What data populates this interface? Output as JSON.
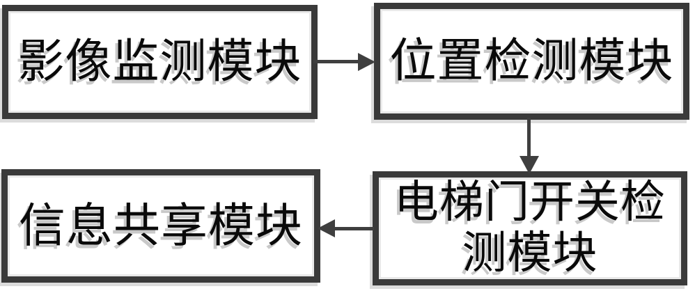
{
  "diagram": {
    "background_color": "#ffffff",
    "box_border_color": "#3a3a3a",
    "text_color": "#0a0a0a",
    "text_shadow_color": "#c9c9c9",
    "arrow_color": "#3f3f3f",
    "boxes": {
      "image_monitoring": {
        "label": "影像监测模块"
      },
      "position_detection": {
        "label": "位置检测模块"
      },
      "door_switch_detection": {
        "label": "电梯门开关检测模块",
        "lines": [
          "电梯门开关检",
          "测模块"
        ]
      },
      "information_sharing": {
        "label": "信息共享模块"
      }
    },
    "arrows": [
      {
        "from": "image_monitoring",
        "to": "position_detection",
        "direction": "right"
      },
      {
        "from": "position_detection",
        "to": "door_switch_detection",
        "direction": "down"
      },
      {
        "from": "door_switch_detection",
        "to": "information_sharing",
        "direction": "left"
      }
    ]
  }
}
